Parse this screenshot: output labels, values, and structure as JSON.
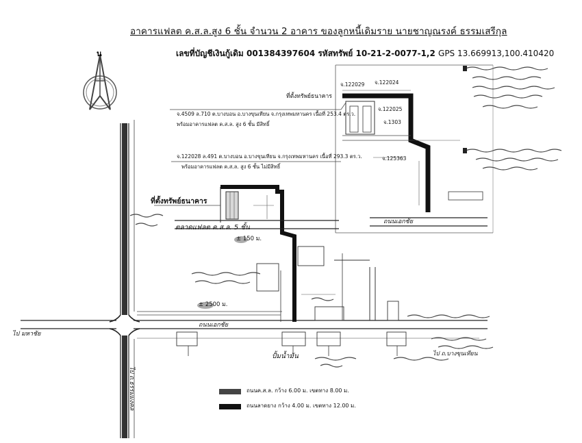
{
  "header": {
    "title": "อาคารแฟลต ค.ส.ล.สูง 6 ชั้น จำนวน 2 อาคาร ของลูกหนี้เดิมราย นายชาญณรงค์ ธรรมเสรีกุล",
    "account_line": "เลขที่บัญชีเงินกู้เดิม 001384397604 รหัสทรัพย์ 10-21-2-0077-1,2",
    "gps": "GPS 13.669913,100.410420"
  },
  "north_arrow": {
    "label": "น"
  },
  "deeds": {
    "deed1_line1": "จ.4509 ล.710 ต.บางบอน อ.บางขุนเทียน จ.กรุงเทพมหานคร เนื้อที่ 253.4 ตร.ว.",
    "deed1_line2": "พร้อมอาคารแฟลต ค.ส.ล. สูง 6 ชั้น มีสิทธิ์",
    "deed2_line1": "จ.122028 ล.491 ต.บางบอน อ.บางขุนเทียน จ.กรุงเทพมหานคร เนื้อที่ 293.3 ตร.ว.",
    "deed2_line2": "พร้อมอาคารแฟลต ค.ส.ล. สูง 6 ชั้น ไม่มีสิทธิ์"
  },
  "labels": {
    "site_label_inset": "ที่ตั้งทรัพย์ธนาคาร",
    "site_label_main": "ที่ตั้งทรัพย์ธนาคาร",
    "parcel_122029": "จ.122029",
    "parcel_122024": "จ.122024",
    "parcel_122025": "จ.122025",
    "parcel_1303": "จ.1303",
    "parcel_125363": "จ.125363",
    "distance_top": "± 150 ม.",
    "distance_bottom": "± 2500 ม.",
    "handwritten_flat": "ตลาดแฟลต ค.ส.ล. 5 ชั้น",
    "road_main": "ถนนเอกชัย",
    "road_inset": "ถนนเอกชัย",
    "gas_station": "ปั้มน้ำมัน",
    "to_mahachai": "ไป มหาชัย",
    "to_bangkhunthian": "ไป ถ.บางขุนเทียน",
    "to_bangbon": "ไป ถ.ธรรมมงคล"
  },
  "legend": {
    "item1": "ถนนค.ส.ล. กว้าง 6.00 ม. เขตทาง 8.00 ม.",
    "item2": "ถนนลาดยาง กว้าง 4.00 ม. เขตทาง 12.00 ม."
  }
}
